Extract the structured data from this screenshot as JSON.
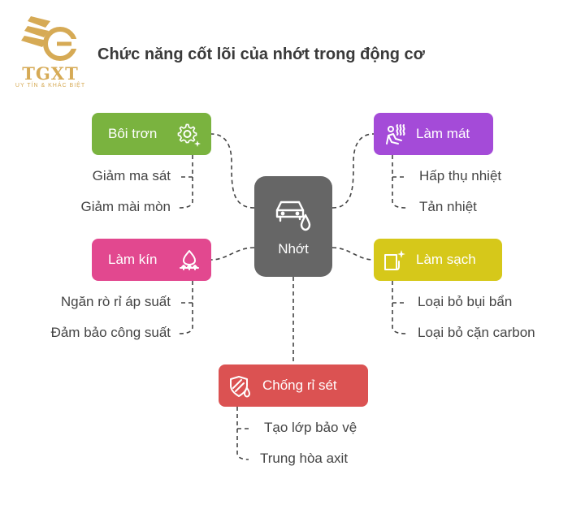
{
  "logo": {
    "name": "TGXT",
    "tagline": "UY TÍN & KHÁC BIỆT",
    "color": "#d6aa55"
  },
  "title": "Chức năng cốt lõi của nhớt trong động cơ",
  "center": {
    "label": "Nhớt",
    "icon": "car-oil-drop-icon",
    "color": "#666666"
  },
  "nodes": {
    "lubrication": {
      "label": "Bôi trơn",
      "icon": "gear-sparkle-icon",
      "color": "#7ab33f",
      "items": [
        "Giảm ma sát",
        "Giảm mài mòn"
      ]
    },
    "sealing": {
      "label": "Làm kín",
      "icon": "seal-pressure-icon",
      "color": "#e2488f",
      "items": [
        "Ngăn rò rỉ áp suất",
        "Đảm bảo công suất"
      ]
    },
    "cooling": {
      "label": "Làm mát",
      "icon": "heat-wave-person-icon",
      "color": "#a44bd8",
      "items": [
        "Hấp thụ nhiệt",
        "Tản nhiệt"
      ]
    },
    "cleaning": {
      "label": "Làm sạch",
      "icon": "sparkle-cloth-icon",
      "color": "#d6c81a",
      "items": [
        "Loại bỏ bụi bẩn",
        "Loại bỏ cặn carbon"
      ]
    },
    "anticorrosion": {
      "label": "Chống rỉ sét",
      "icon": "shield-drop-icon",
      "color": "#db5252",
      "items": [
        "Tạo lớp bảo vệ",
        "Trung hòa axit"
      ]
    }
  }
}
